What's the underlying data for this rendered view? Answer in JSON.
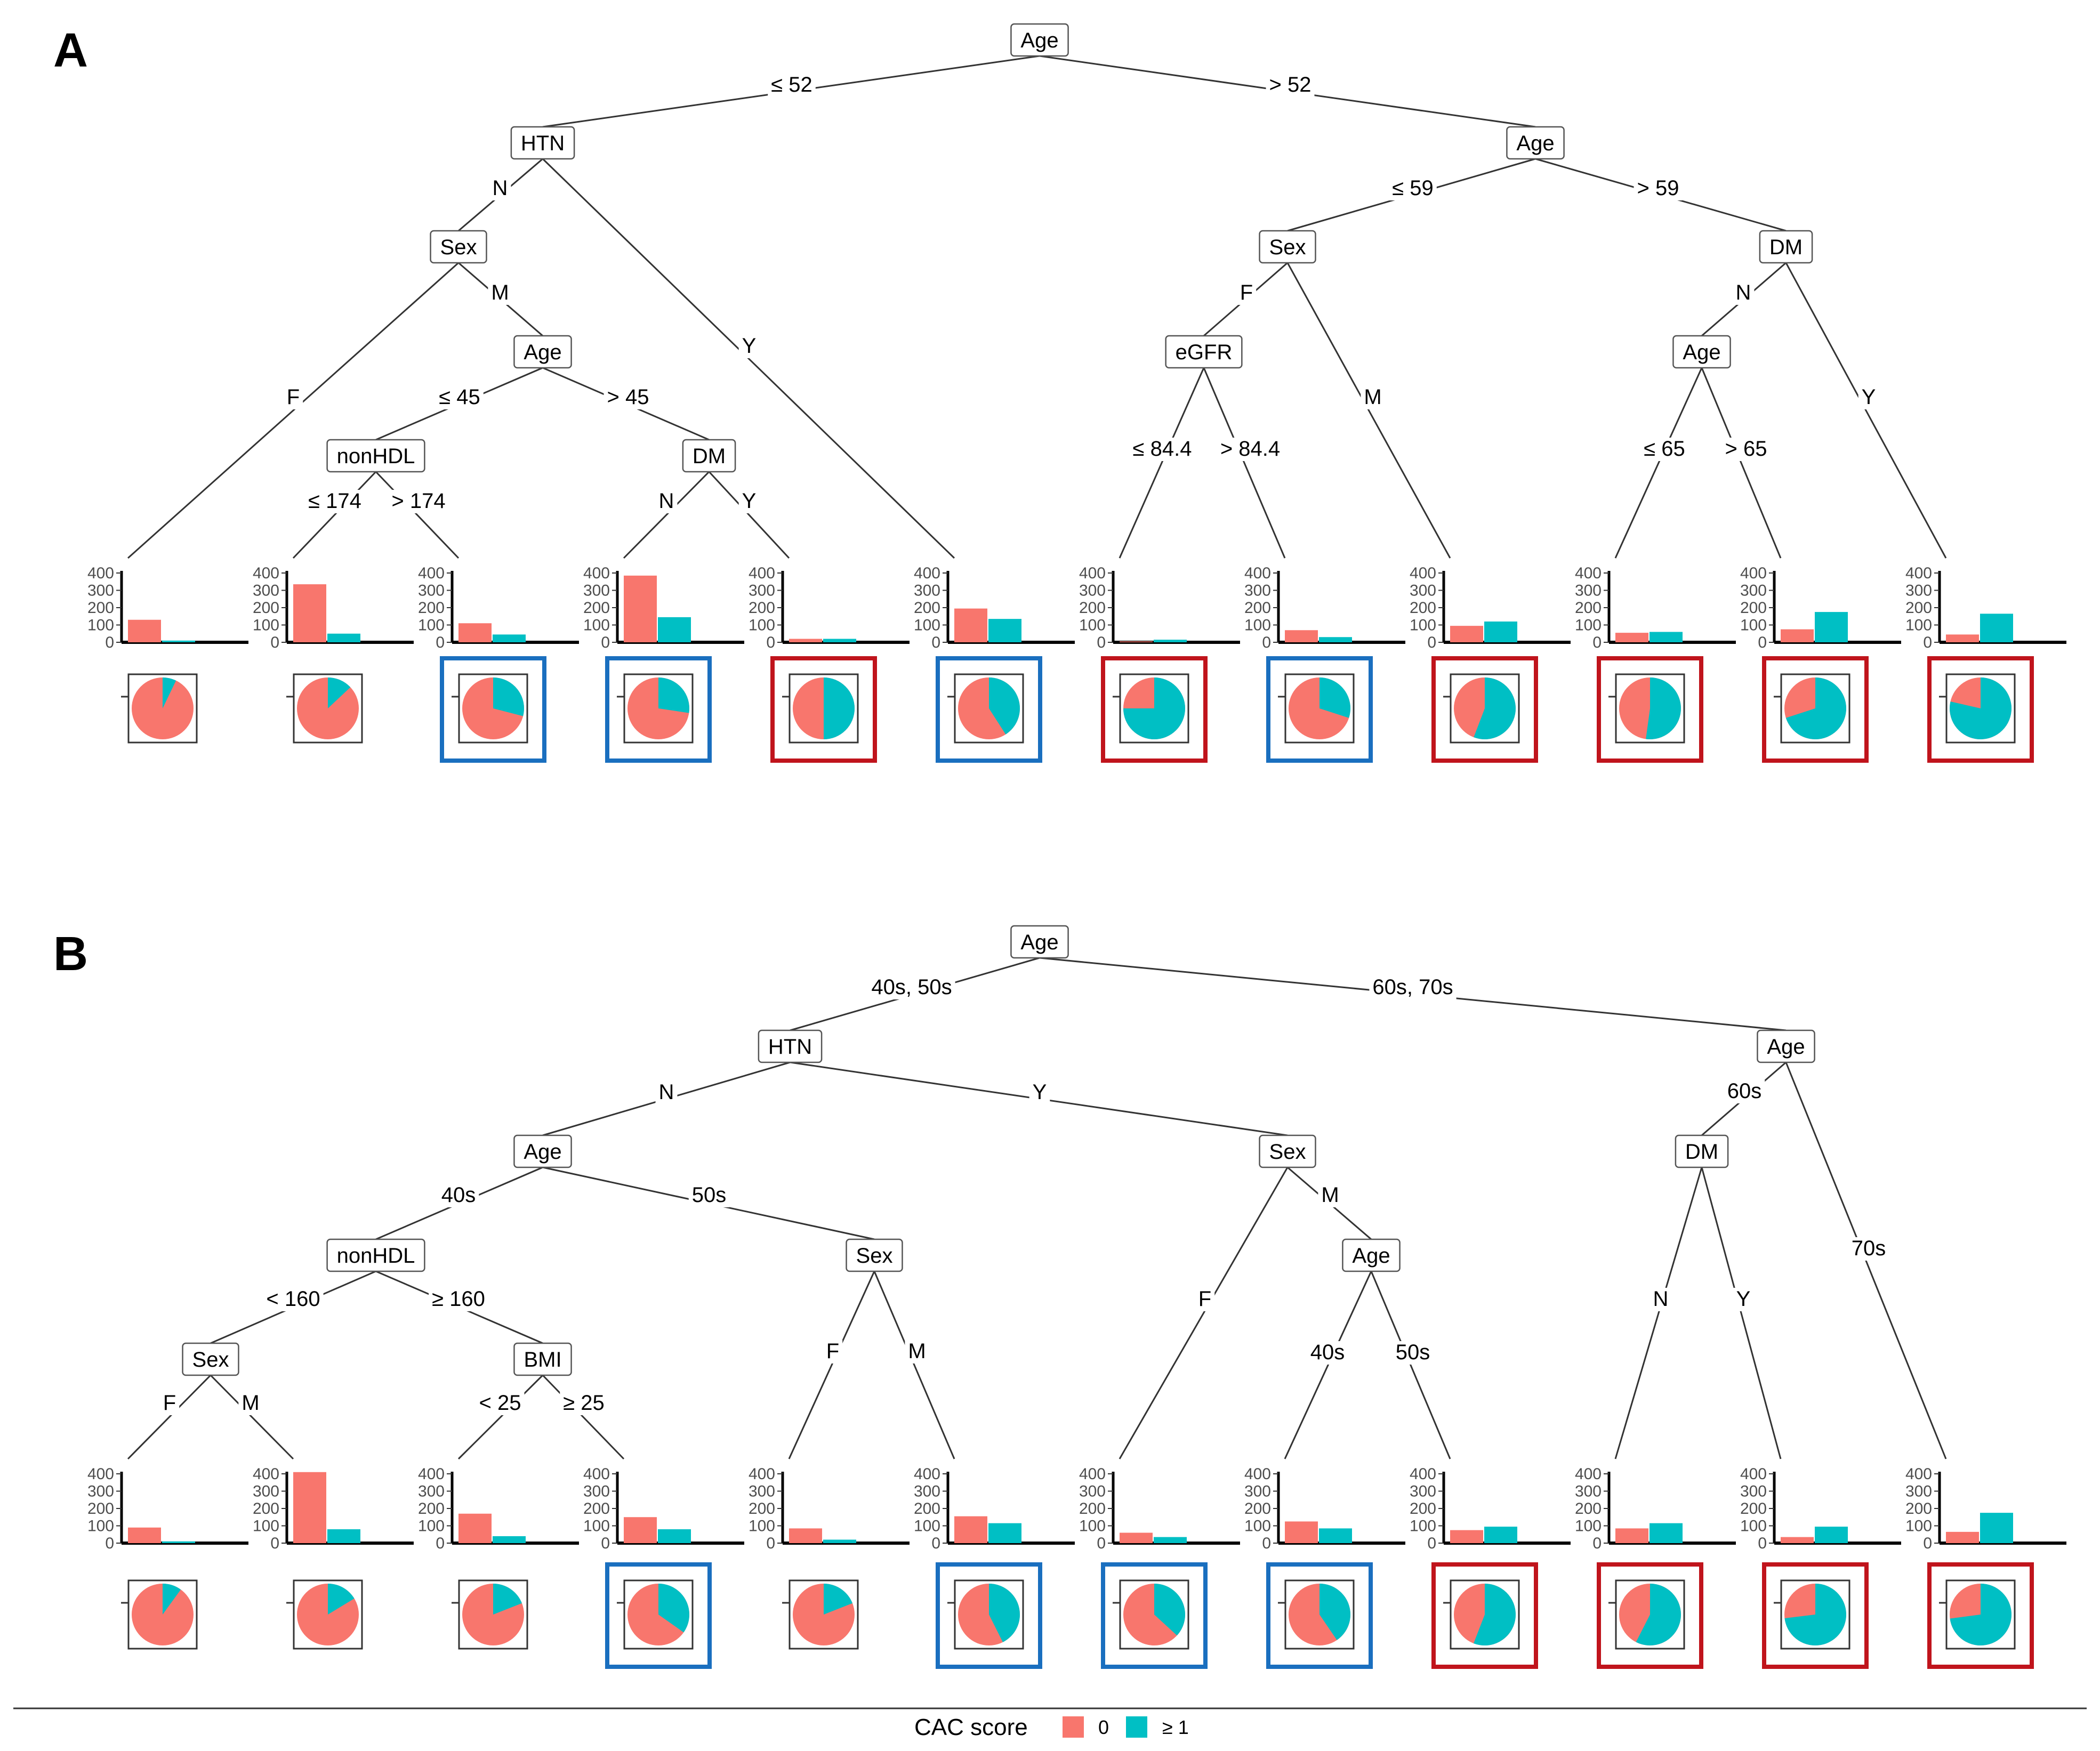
{
  "colors": {
    "zero": "#f8766d",
    "one": "#00bfc4",
    "blue_frame": "#1a6fbf",
    "red_frame": "#c0141c",
    "line": "#333333"
  },
  "y_axis_ticks": [
    "0",
    "100",
    "200",
    "300",
    "400"
  ],
  "legend": {
    "title": "CAC score",
    "items": [
      {
        "label": "0",
        "color": "#f8766d"
      },
      {
        "label": "≥ 1",
        "color": "#00bfc4"
      }
    ]
  },
  "panels": [
    {
      "label": "A",
      "nodes": [
        {
          "id": "a1",
          "label": "Age"
        },
        {
          "id": "a2",
          "label": "HTN"
        },
        {
          "id": "a3",
          "label": "Age"
        },
        {
          "id": "a4",
          "label": "Sex"
        },
        {
          "id": "a5",
          "label": "Sex"
        },
        {
          "id": "a6",
          "label": "DM"
        },
        {
          "id": "a7",
          "label": "Age"
        },
        {
          "id": "a8",
          "label": "eGFR"
        },
        {
          "id": "a9",
          "label": "Age"
        },
        {
          "id": "a10",
          "label": "nonHDL"
        },
        {
          "id": "a11",
          "label": "DM"
        }
      ],
      "edge_labels": [
        "≤ 52",
        "> 52",
        "N",
        "Y",
        "F",
        "M",
        "≤ 45",
        "> 45",
        "≤ 174",
        "> 174",
        "N",
        "Y",
        "≤ 59",
        "> 59",
        "F",
        "M",
        "≤ 84.4",
        "> 84.4",
        "N",
        "Y",
        "≤ 65",
        "> 65"
      ],
      "leaves": [
        {
          "zero": 130,
          "one": 10,
          "frame": "none"
        },
        {
          "zero": 335,
          "one": 50,
          "frame": "none"
        },
        {
          "zero": 110,
          "one": 45,
          "frame": "blue"
        },
        {
          "zero": 385,
          "one": 145,
          "frame": "blue"
        },
        {
          "zero": 20,
          "one": 20,
          "frame": "red"
        },
        {
          "zero": 195,
          "one": 135,
          "frame": "blue"
        },
        {
          "zero": 5,
          "one": 15,
          "frame": "red"
        },
        {
          "zero": 70,
          "one": 30,
          "frame": "blue"
        },
        {
          "zero": 95,
          "one": 120,
          "frame": "red"
        },
        {
          "zero": 55,
          "one": 60,
          "frame": "red"
        },
        {
          "zero": 75,
          "one": 175,
          "frame": "red"
        },
        {
          "zero": 45,
          "one": 165,
          "frame": "red"
        }
      ]
    },
    {
      "label": "B",
      "nodes": [
        {
          "id": "b1",
          "label": "Age"
        },
        {
          "id": "b2",
          "label": "HTN"
        },
        {
          "id": "b3",
          "label": "Age"
        },
        {
          "id": "b4",
          "label": "Age"
        },
        {
          "id": "b5",
          "label": "Sex"
        },
        {
          "id": "b6",
          "label": "DM"
        },
        {
          "id": "b7",
          "label": "nonHDL"
        },
        {
          "id": "b8",
          "label": "Sex"
        },
        {
          "id": "b9",
          "label": "Age"
        },
        {
          "id": "b10",
          "label": "Sex"
        },
        {
          "id": "b11",
          "label": "BMI"
        }
      ],
      "edge_labels": [
        "40s, 50s",
        "60s, 70s",
        "N",
        "Y",
        "40s",
        "50s",
        "< 160",
        "≥ 160",
        "F",
        "M",
        "< 25",
        "≥ 25",
        "F",
        "M",
        "F",
        "M",
        "40s",
        "50s",
        "60s",
        "70s",
        "N",
        "Y"
      ],
      "leaves": [
        {
          "zero": 90,
          "one": 10,
          "frame": "none"
        },
        {
          "zero": 410,
          "one": 80,
          "frame": "none"
        },
        {
          "zero": 170,
          "one": 40,
          "frame": "none"
        },
        {
          "zero": 150,
          "one": 80,
          "frame": "blue"
        },
        {
          "zero": 85,
          "one": 20,
          "frame": "none"
        },
        {
          "zero": 155,
          "one": 115,
          "frame": "blue"
        },
        {
          "zero": 60,
          "one": 35,
          "frame": "blue"
        },
        {
          "zero": 125,
          "one": 85,
          "frame": "blue"
        },
        {
          "zero": 75,
          "one": 95,
          "frame": "red"
        },
        {
          "zero": 85,
          "one": 115,
          "frame": "red"
        },
        {
          "zero": 35,
          "one": 95,
          "frame": "red"
        },
        {
          "zero": 65,
          "one": 175,
          "frame": "red"
        }
      ]
    }
  ]
}
